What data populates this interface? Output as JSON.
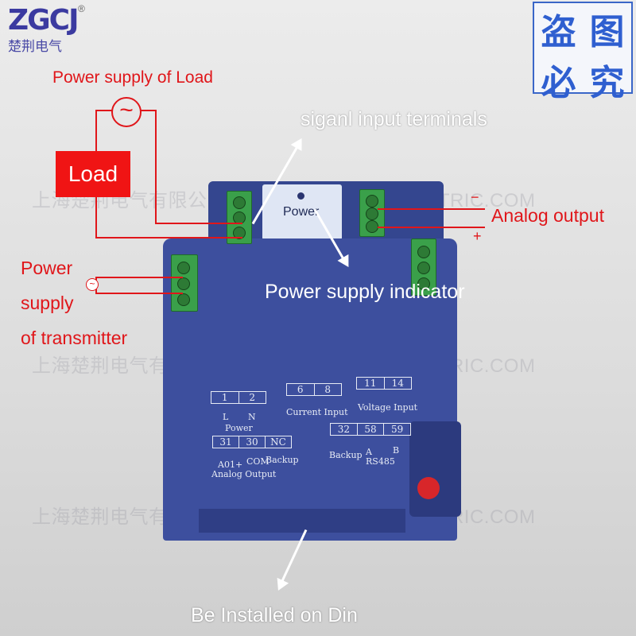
{
  "logo": {
    "text": "ZGCJ",
    "subtitle": "楚荆电气",
    "registered": "®"
  },
  "stamp": {
    "chars": [
      "盗",
      "图",
      "必",
      "究"
    ]
  },
  "watermarks": [
    "上海楚荆电气有限公司  WWW.CHUJING-ELECTRIC.COM",
    "上海楚荆电气有限公司  WWW.CHUJING-ELECTRIC.COM",
    "上海楚荆电气有限公司  WWW.CHUJING-ELECTRIC.COM"
  ],
  "annotations": {
    "power_supply_load": "Power supply of Load",
    "load": "Load",
    "signal_input": "siganl input terminals",
    "analog_output": "Analog output",
    "minus": "−",
    "plus": "+",
    "power_supply_1": "Power",
    "power_supply_2": "supply",
    "power_supply_3": "of transmitter",
    "indicator": "Power supply indicator",
    "din": "Be Installed on Din",
    "ac_symbol": "~"
  },
  "device": {
    "top_label": "Power",
    "panel": {
      "power": {
        "terminals": [
          "1",
          "2"
        ],
        "pins": [
          "L",
          "N"
        ],
        "title": "Power"
      },
      "current": {
        "terminals": [
          "6",
          "8"
        ],
        "title": "Current Input"
      },
      "voltage": {
        "terminals": [
          "11",
          "14"
        ],
        "title": "Voltage Input"
      },
      "analog": {
        "terminals": [
          "31",
          "30",
          "NC"
        ],
        "pins": [
          "A01+",
          "COM",
          "Backup"
        ],
        "title": "Analog Output"
      },
      "rs485": {
        "terminals": [
          "32",
          "58",
          "59"
        ],
        "pins": [
          "Backup",
          "A",
          "B"
        ],
        "title": "RS485"
      }
    }
  },
  "colors": {
    "annotation": "#e0161a",
    "device": "#3d4f9e",
    "terminal": "#3aa04a"
  }
}
